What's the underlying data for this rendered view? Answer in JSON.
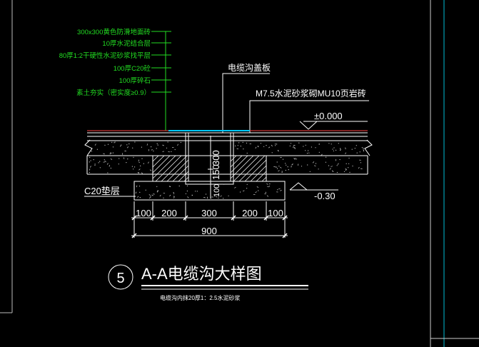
{
  "layer_notes": [
    "300x300黄色防滑地面砖",
    "10厚水泥结合层",
    "80厚1:2干硬性水泥砂浆找平层",
    "100厚C20砼",
    "100厚碎石",
    "素土夯实（密实度≥0.9）"
  ],
  "labels": {
    "cover_plate": "电缆沟盖板",
    "wall": "M7.5水泥砂浆砌MU10页岩砖",
    "elev_top": "±0.000",
    "elev_bottom": "-0.30",
    "cushion": "C20垫层",
    "height_300": "300",
    "height_150": "150",
    "height_100": "100"
  },
  "dimensions": {
    "segments": [
      "100",
      "200",
      "300",
      "200",
      "100"
    ],
    "total": "900"
  },
  "title": {
    "number": "5",
    "text": "A-A电缆沟大样图",
    "note": "电缆沟内抹20厚1：2.5水泥砂浆"
  },
  "colors": {
    "background": "#000000",
    "lines": "#ffffff",
    "notes": "#22dd22",
    "leader": "#22dd22",
    "paving": "#ff4444",
    "slab_top": "#00c8ff",
    "frame": "#00bcd4"
  }
}
